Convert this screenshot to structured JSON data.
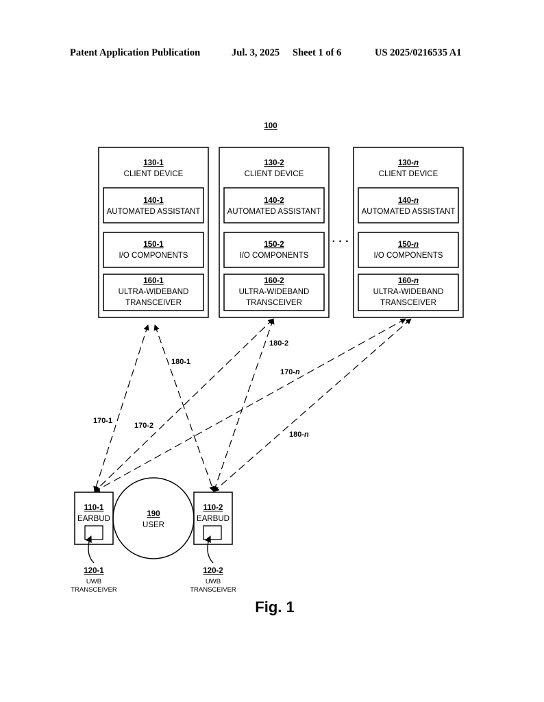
{
  "header": {
    "publication": "Patent Application Publication",
    "date": "Jul. 3, 2025",
    "sheet": "Sheet 1 of 6",
    "number": "US 2025/0216535 A1"
  },
  "figure": {
    "system_ref": "100",
    "fig_label": "Fig. 1",
    "ellipsis": "· · ·",
    "client_devices": [
      {
        "ref": "130-1",
        "label": "CLIENT DEVICE",
        "assistant_ref": "140-1",
        "assistant_label": "AUTOMATED ASSISTANT",
        "io_ref": "150-1",
        "io_label": "I/O COMPONENTS",
        "uwb_ref": "160-1",
        "uwb_label_1": "ULTRA-WIDEBAND",
        "uwb_label_2": "TRANSCEIVER"
      },
      {
        "ref": "130-2",
        "label": "CLIENT DEVICE",
        "assistant_ref": "140-2",
        "assistant_label": "AUTOMATED ASSISTANT",
        "io_ref": "150-2",
        "io_label": "I/O COMPONENTS",
        "uwb_ref": "160-2",
        "uwb_label_1": "ULTRA-WIDEBAND",
        "uwb_label_2": "TRANSCEIVER"
      },
      {
        "ref_prefix": "130-",
        "assistant_ref_prefix": "140-",
        "io_ref_prefix": "150-",
        "uwb_ref_prefix": "160-",
        "ref_suffix": "n",
        "label": "CLIENT DEVICE",
        "assistant_label": "AUTOMATED ASSISTANT",
        "io_label": "I/O COMPONENTS",
        "uwb_label_1": "ULTRA-WIDEBAND",
        "uwb_label_2": "TRANSCEIVER"
      }
    ],
    "earbuds": [
      {
        "ref": "110-1",
        "label": "EARBUD",
        "uwb_ref": "120-1",
        "uwb_label_1": "UWB",
        "uwb_label_2": "TRANSCEIVER"
      },
      {
        "ref": "110-2",
        "label": "EARBUD",
        "uwb_ref": "120-2",
        "uwb_label_1": "UWB",
        "uwb_label_2": "TRANSCEIVER"
      }
    ],
    "user": {
      "ref": "190",
      "label": "USER"
    },
    "links": {
      "l170_1": "170-1",
      "l170_2": "170-2",
      "l170_n_prefix": "170-",
      "l180_1": "180-1",
      "l180_2": "180-2",
      "l180_n_prefix": "180-",
      "n": "n"
    }
  }
}
